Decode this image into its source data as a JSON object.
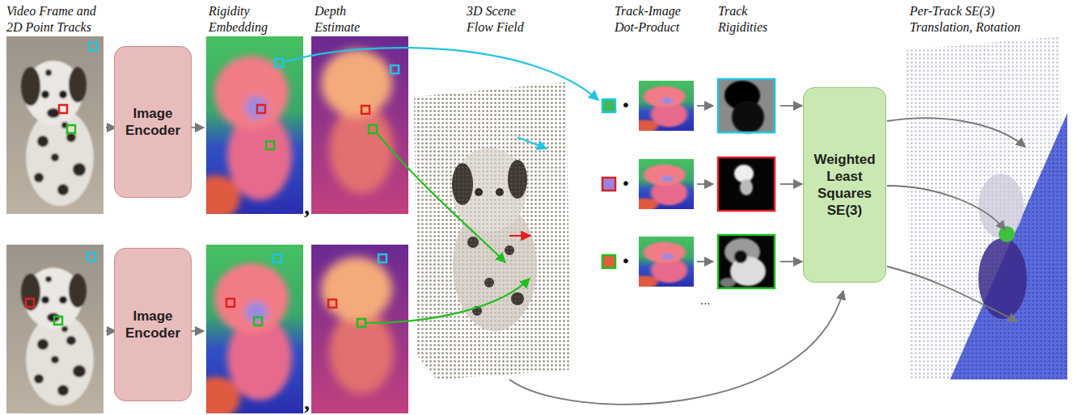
{
  "diagram": {
    "nodes": [
      {
        "text": [
          "Image Encoder"
        ]
      },
      {
        "text": [
          "Image Encoder"
        ]
      },
      {
        "text": [
          "Weighted Least Squares SE(3)"
        ]
      }
    ],
    "labels": [
      "Video Frame and 2D Point Tracks",
      "Rigidity Embedding",
      "Depth Estimate",
      "3D Scene Flow Field",
      "Track-Image Dot-Product",
      "Track Rigidities",
      "Per-Track SE(3) Translation, Rotation",
      ",",
      ",",
      "•",
      "•",
      "•",
      "..."
    ]
  }
}
